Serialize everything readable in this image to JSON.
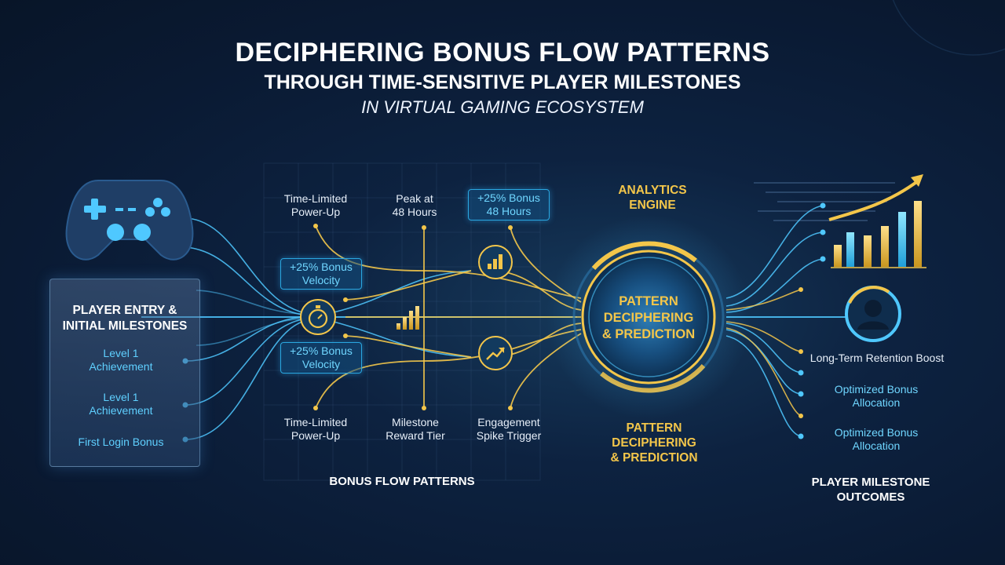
{
  "title": {
    "line1": "DECIPHERING BONUS FLOW PATTERNS",
    "line2": "THROUGH TIME-SENSITIVE PLAYER MILESTONES",
    "line3": "IN VIRTUAL GAMING ECOSYSTEM"
  },
  "entry_panel": {
    "heading_line1": "PLAYER ENTRY &",
    "heading_line2": "INITIAL MILESTONES",
    "items": [
      {
        "line1": "Level 1",
        "line2": "Achievement"
      },
      {
        "line1": "Level 1",
        "line2": "Achievement"
      },
      {
        "line1": "First Login Bonus",
        "line2": ""
      }
    ],
    "icon": "gamepad-icon"
  },
  "flow": {
    "top_labels": [
      {
        "line1": "Time-Limited",
        "line2": "Power-Up"
      },
      {
        "line1": "Peak at",
        "line2": "48 Hours"
      }
    ],
    "top_tag": {
      "line1": "+25% Bonus",
      "line2": "48 Hours"
    },
    "left_tags": [
      {
        "line1": "+25% Bonus",
        "line2": "Velocity"
      },
      {
        "line1": "+25% Bonus",
        "line2": "Velocity"
      }
    ],
    "bottom_labels": [
      {
        "line1": "Time-Limited",
        "line2": "Power-Up"
      },
      {
        "line1": "Milestone",
        "line2": "Reward Tier"
      },
      {
        "line1": "Engagement",
        "line2": "Spike Trigger"
      }
    ],
    "caption": "BONUS FLOW PATTERNS",
    "icons": [
      "stopwatch-icon",
      "bar-chart-icon",
      "trend-up-icon"
    ]
  },
  "engine": {
    "title_line1": "ANALYTICS",
    "title_line2": "ENGINE",
    "core_line1": "PATTERN",
    "core_line2": "DECIPHERING",
    "core_line3": "& PREDICTION",
    "caption_line1": "PATTERN",
    "caption_line2": "DECIPHERING",
    "caption_line3": "& PREDICTION"
  },
  "outcomes": {
    "items": [
      {
        "line1": "Long-Term Retention Boost",
        "line2": ""
      },
      {
        "line1": "Optimized Bonus",
        "line2": "Allocation"
      },
      {
        "line1": "Optimized Bonus",
        "line2": "Allocation"
      }
    ],
    "caption_line1": "PLAYER MILESTONE",
    "caption_line2": "OUTCOMES",
    "icons": [
      "growth-chart-icon",
      "user-profile-icon"
    ]
  },
  "colors": {
    "cyan": "#4fc8ff",
    "gold": "#f3c64a",
    "background": "#0d2240"
  }
}
